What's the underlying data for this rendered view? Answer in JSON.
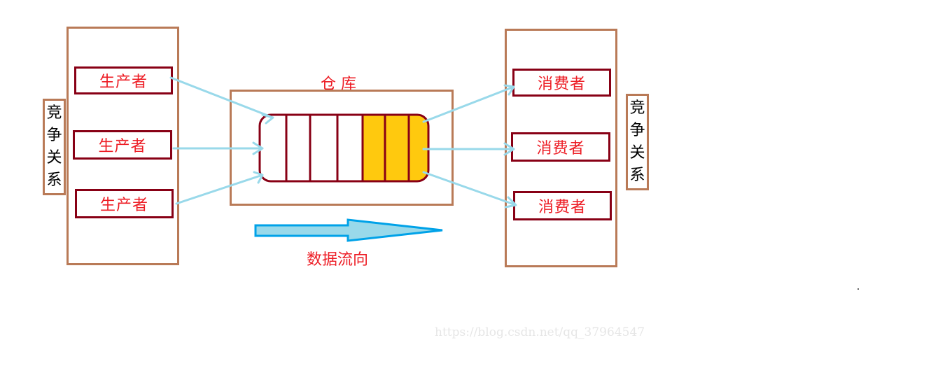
{
  "producer_group": {
    "label_chars": [
      "竞",
      "争",
      "关",
      "系"
    ],
    "producers": [
      {
        "label": "生产者"
      },
      {
        "label": "生产者"
      },
      {
        "label": "生产者"
      }
    ]
  },
  "warehouse": {
    "title": "仓 库",
    "queue": {
      "slots": [
        {
          "filled": false
        },
        {
          "filled": false
        },
        {
          "filled": false
        },
        {
          "filled": false
        },
        {
          "filled": true
        },
        {
          "filled": true
        },
        {
          "filled": true
        }
      ]
    }
  },
  "consumer_group": {
    "label_chars": [
      "竞",
      "争",
      "关",
      "系"
    ],
    "consumers": [
      {
        "label": "消费者"
      },
      {
        "label": "消费者"
      },
      {
        "label": "消费者"
      }
    ]
  },
  "flow": {
    "label": "数据流向"
  },
  "watermark": "https://blog.csdn.net/qq_37964547",
  "colors": {
    "group_border": "#b97a57",
    "node_border": "#880015",
    "node_text": "#ed1c24",
    "queue_fill": "#ffc90e",
    "connector": "#99d9ea",
    "flow_arrow_fill": "#99d9ea",
    "flow_arrow_stroke": "#00a2e8"
  }
}
